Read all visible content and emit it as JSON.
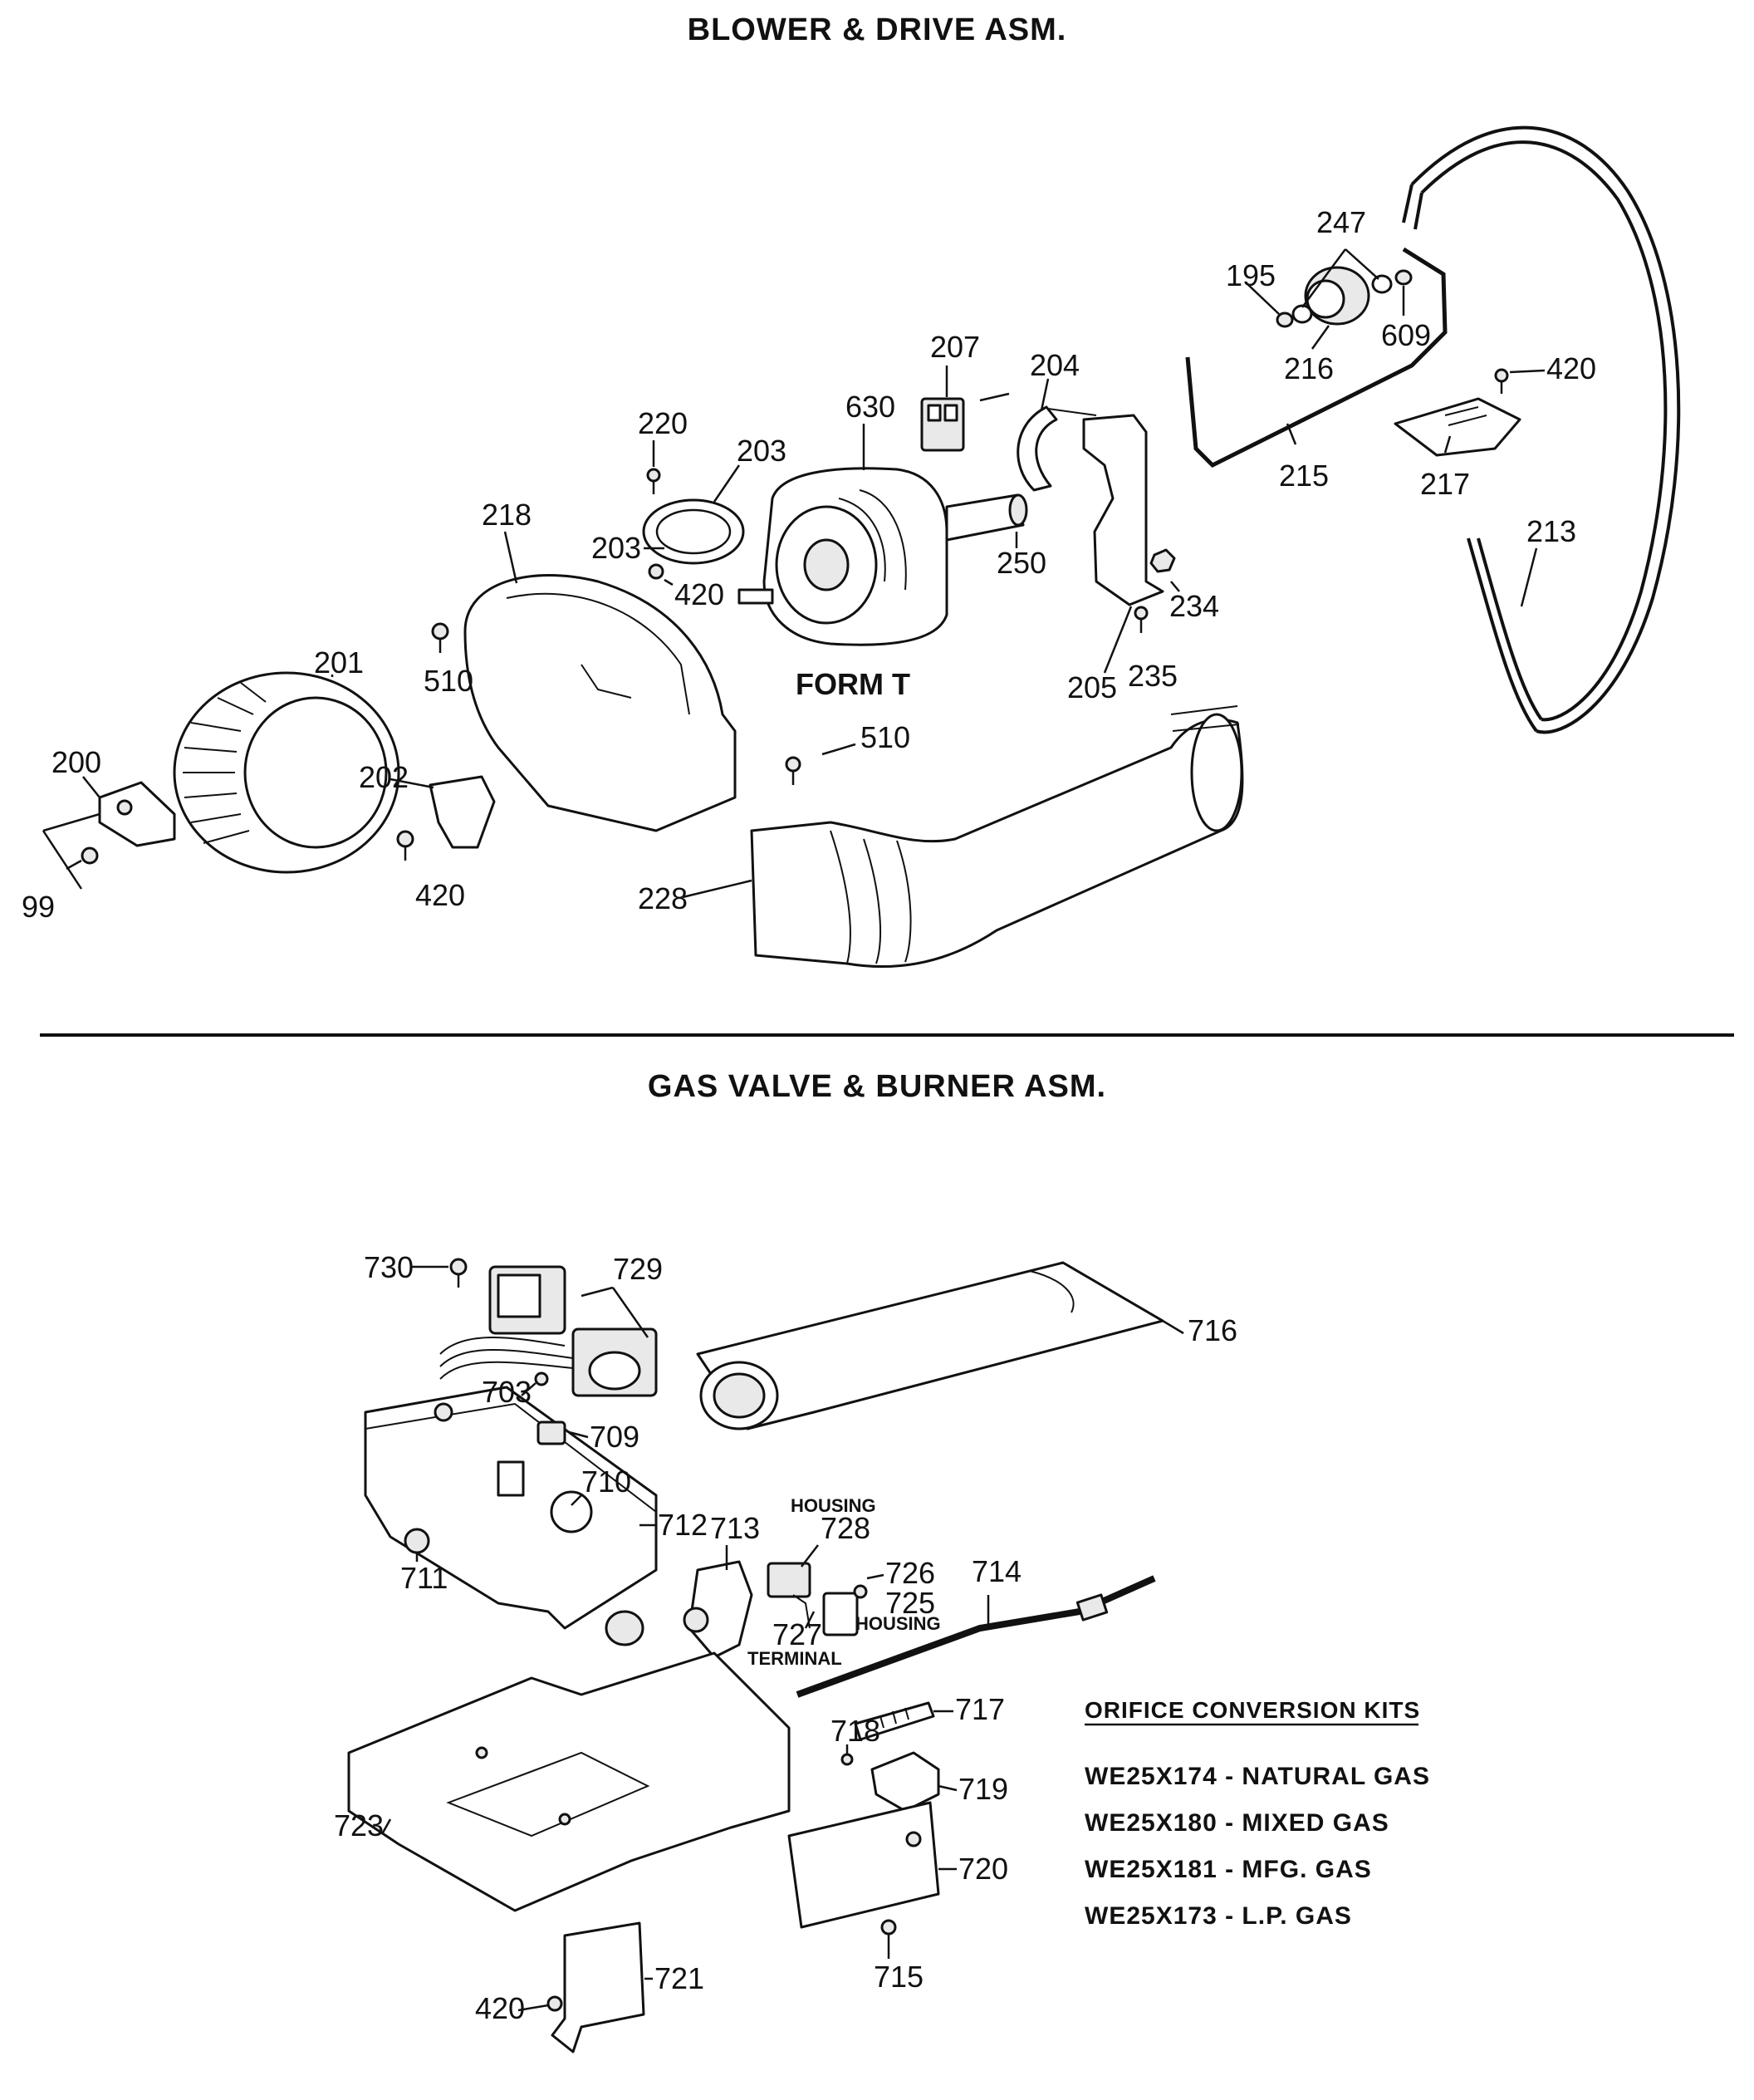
{
  "sections": {
    "blower": {
      "title": "BLOWER & DRIVE ASM."
    },
    "gas": {
      "title": "GAS VALVE & BURNER ASM."
    }
  },
  "form_label": "FORM T",
  "callouts": {
    "blower": [
      "247",
      "195",
      "609",
      "216",
      "207",
      "204",
      "420",
      "630",
      "220",
      "203",
      "215",
      "217",
      "218",
      "203",
      "250",
      "420",
      "213",
      "234",
      "201",
      "510",
      "205",
      "235",
      "510",
      "200",
      "202",
      "228",
      "99",
      "420"
    ],
    "gas": [
      "730",
      "729",
      "716",
      "703",
      "709",
      "710",
      "712",
      "711",
      "713",
      "728",
      "726",
      "725",
      "714",
      "727",
      "717",
      "718",
      "719",
      "723",
      "720",
      "715",
      "721",
      "420"
    ]
  },
  "sub_labels": {
    "housing_728": "HOUSING",
    "housing_725": "HOUSING",
    "terminal_727": "TERMINAL"
  },
  "kits": {
    "title": "ORIFICE CONVERSION KITS",
    "items": [
      "WE25X174 - NATURAL GAS",
      "WE25X180 - MIXED GAS",
      "WE25X181 - MFG. GAS",
      "WE25X173 - L.P. GAS"
    ]
  }
}
